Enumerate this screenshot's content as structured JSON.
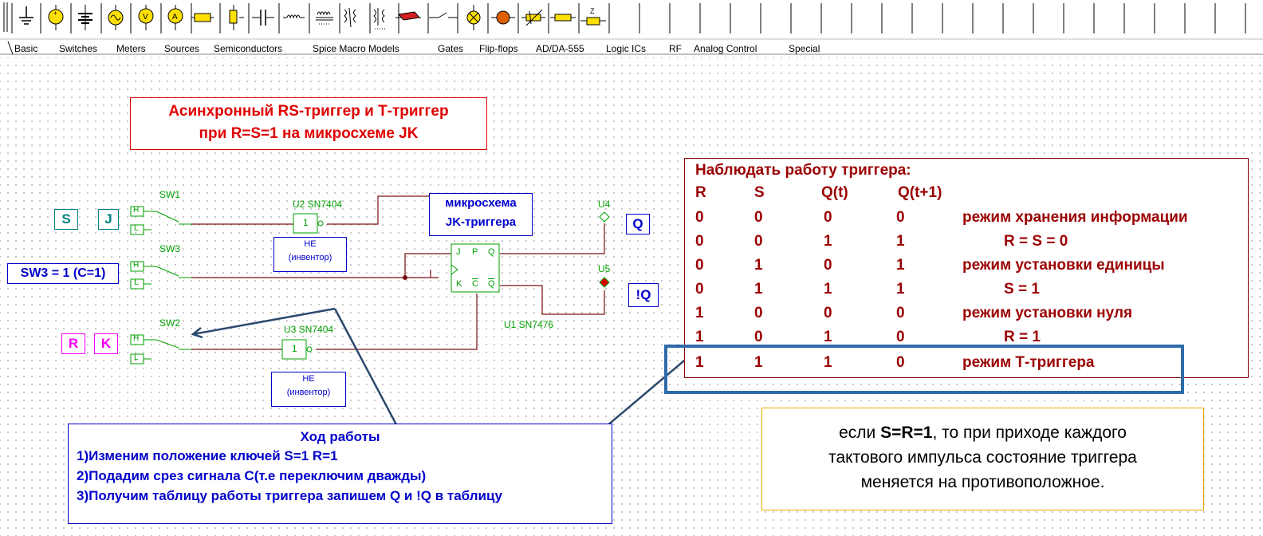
{
  "toolbar": {
    "icons": [
      "ground",
      "dc-voltage-source",
      "battery",
      "ac-voltage-source",
      "voltmeter",
      "ammeter",
      "resistor",
      "capacitor-polarized",
      "capacitor",
      "inductor",
      "transformer",
      "relay",
      "inductor-core",
      "crystal",
      "fuse",
      "switch-node",
      "lamp",
      "led-bulb",
      "potentiometer",
      "resistor-pack",
      "zener-diode"
    ]
  },
  "tabs": [
    "Basic",
    "Switches",
    "Meters",
    "Sources",
    "Semiconductors",
    "Spice Macro Models",
    "Gates",
    "Flip-flops",
    "AD/DA-555",
    "Logic ICs",
    "RF",
    "Analog Control",
    "Special"
  ],
  "title": {
    "line1": "Асинхронный RS-триггер и Т-триггер",
    "line2": "при R=S=1 на микросхеме JK"
  },
  "circuit": {
    "sw1": "SW1",
    "sw2": "SW2",
    "sw3": "SW3",
    "s": "S",
    "j": "J",
    "r": "R",
    "k": "K",
    "sw3_label": "SW3 = 1 (C=1)",
    "u2": "U2 SN7404",
    "u3": "U3 SN7404",
    "u1": "U1 SN7476",
    "u4": "U4",
    "u5": "U5",
    "q": "Q",
    "nq": "!Q",
    "not1": "НЕ",
    "not2": "(инвентор)",
    "not3": "(инвентор)",
    "chip1": "микросхема",
    "chip2": "JK-триггера",
    "gate_val": "1",
    "h": "H",
    "l": "L",
    "ff_j": "J",
    "ff_p": "P",
    "ff_q": "Q",
    "ff_k": "K",
    "ff_c": "C",
    "ff_nq": "Q"
  },
  "table": {
    "heading": "Наблюдать работу триггера:",
    "headers": [
      "R",
      "S",
      "Q(t)",
      "Q(t+1)"
    ],
    "rows": [
      {
        "r": "0",
        "s": "0",
        "qt": "0",
        "qt1": "0",
        "desc": "режим хранения информации",
        "sub": "R = S = 0"
      },
      {
        "r": "0",
        "s": "1",
        "qt": "0",
        "qt1": "1",
        "desc": "режим установки единицы",
        "sub": "S = 1"
      },
      {
        "r": "1",
        "s": "0",
        "qt": "0",
        "qt1": "0",
        "desc": "режим установки нуля",
        "sub": "R = 1"
      },
      {
        "r": "1",
        "s": "1",
        "qt": "1",
        "qt1": "0",
        "desc": "режим  Т-триггера"
      }
    ],
    "row2": {
      "r": "0",
      "s": "0",
      "qt": "1",
      "qt1": "1"
    },
    "row4": {
      "r": "0",
      "s": "1",
      "qt": "1",
      "qt1": "1"
    },
    "row6": {
      "r": "1",
      "s": "0",
      "qt": "1",
      "qt1": "0"
    }
  },
  "note": {
    "pre": "если ",
    "bold": "S=R=1",
    "post": ", то при приходе каждого",
    "line2": "тактового импульса состояние триггера",
    "line3": "меняется на противоположное."
  },
  "steps": {
    "title": "Ход работы",
    "items": [
      "1)Изменим положение ключей S=1 R=1",
      "2)Подадим срез сигнала C(т.е переключим дважды)",
      "3)Получим  таблицу работы триггера запишем Q и !Q в таблицу"
    ]
  },
  "colors": {
    "wire": "#7a1010",
    "component": "#009000",
    "title_red": "#e00000",
    "table_text": "#9b0000",
    "steps_blue": "#0000cc",
    "highlight": "#2e6ba8",
    "note_border": "#f0a800",
    "arrow": "#2b4a6e",
    "magenta": "#ff00ff",
    "teal": "#008080"
  }
}
